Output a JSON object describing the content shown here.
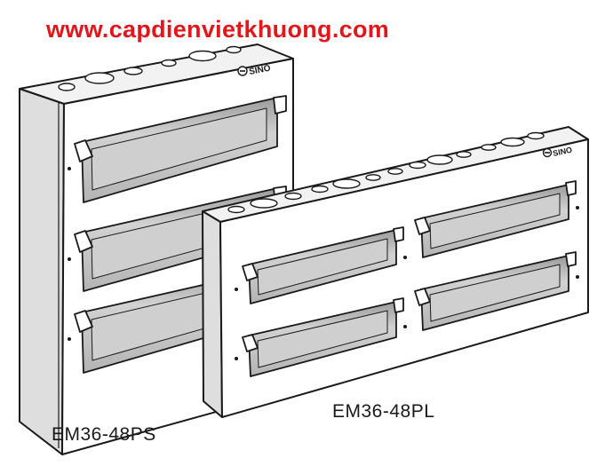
{
  "watermark": {
    "text": "www.capdienvietkhuong.com",
    "color": "#e3161b"
  },
  "brand": {
    "logo_text": "SINO"
  },
  "products": [
    {
      "model": "EM36-48PS",
      "rows": 3,
      "columns": 1
    },
    {
      "model": "EM36-48PL",
      "rows": 2,
      "columns": 2
    }
  ],
  "colors": {
    "line": "#1a1a1a",
    "box": "#ffffff",
    "side": "#d9d9d9",
    "window": "#bdbdbd",
    "text": "#1a1a1a"
  }
}
